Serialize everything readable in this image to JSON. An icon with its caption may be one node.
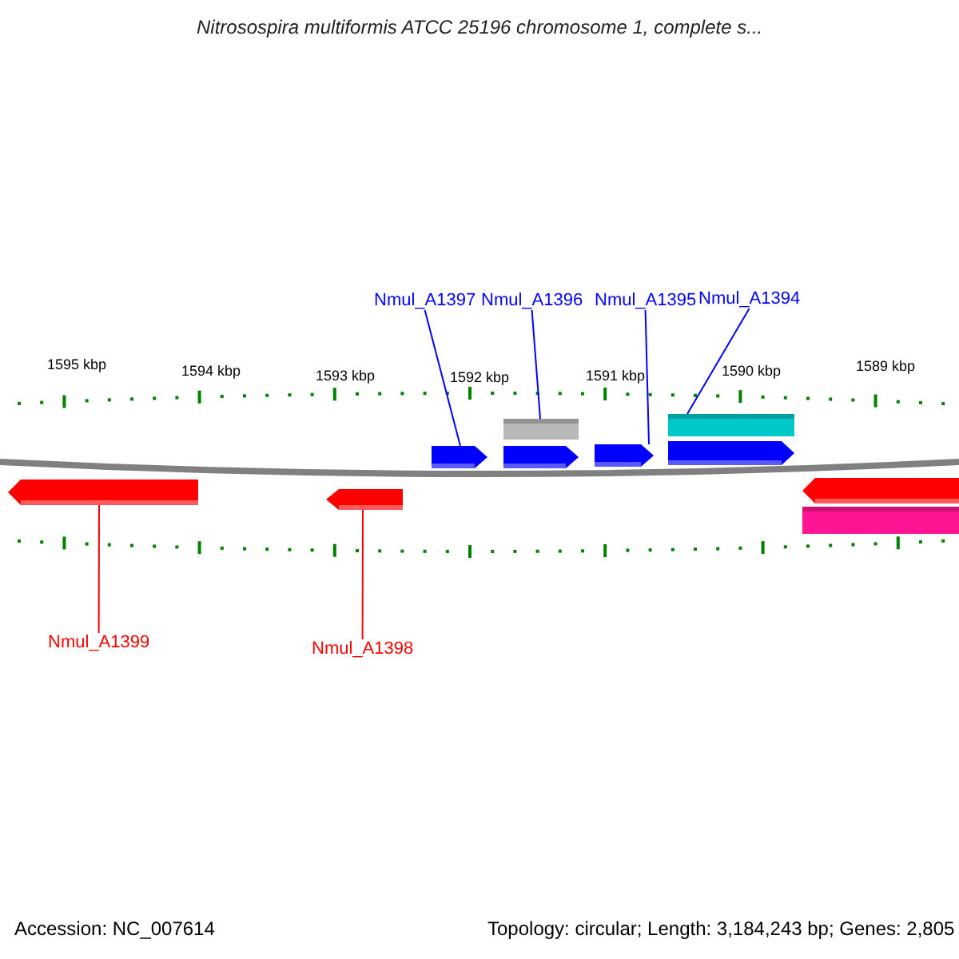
{
  "diagram": {
    "title": "Nitrosospira multiformis ATCC 25196 chromosome 1, complete s...",
    "nodes": [
      {
        "text": [
          "Nmul_A1397"
        ]
      },
      {
        "text": [
          "Nmul_A1396"
        ]
      },
      {
        "text": [
          "Nmul_A1395"
        ]
      },
      {
        "text": [
          "Nmul_A1394"
        ]
      },
      {
        "text": [
          "Nmul_A1399"
        ]
      },
      {
        "text": [
          "Nmul_A1398"
        ]
      },
      {
        "text": [],
        "shape": "arrow"
      },
      {
        "text": [],
        "shape": "arrow"
      },
      {
        "text": [],
        "shape": "arrow"
      },
      {
        "text": [],
        "shape": "bar"
      },
      {
        "text": [],
        "shape": "arrow"
      },
      {
        "text": [],
        "shape": "arrow"
      },
      {
        "text": [],
        "shape": "bar"
      },
      {
        "text": [],
        "shape": "arrow"
      },
      {
        "text": [],
        "shape": "arrow"
      },
      {
        "text": [],
        "shape": "bar"
      }
    ],
    "edges": [
      {
        "from": 0,
        "to": 8,
        "arrow": "none"
      },
      {
        "from": 1,
        "to": 9,
        "arrow": "none"
      },
      {
        "from": 2,
        "to": 11,
        "arrow": "none"
      },
      {
        "from": 3,
        "to": 12,
        "arrow": "none"
      },
      {
        "from": 4,
        "to": 6,
        "arrow": "none",
        "color": "#ff0000"
      },
      {
        "from": 5,
        "to": 7,
        "arrow": "none",
        "color": "#ff0000"
      }
    ],
    "labels": [
      "1595 kbp",
      "1594 kbp",
      "1593 kbp",
      "1592 kbp",
      "1591 kbp",
      "1590 kbp",
      "1589 kbp",
      "Accession: NC_007614",
      "Topology: circular; Length: 3,184,243 bp; Genes: 2,805"
    ]
  }
}
